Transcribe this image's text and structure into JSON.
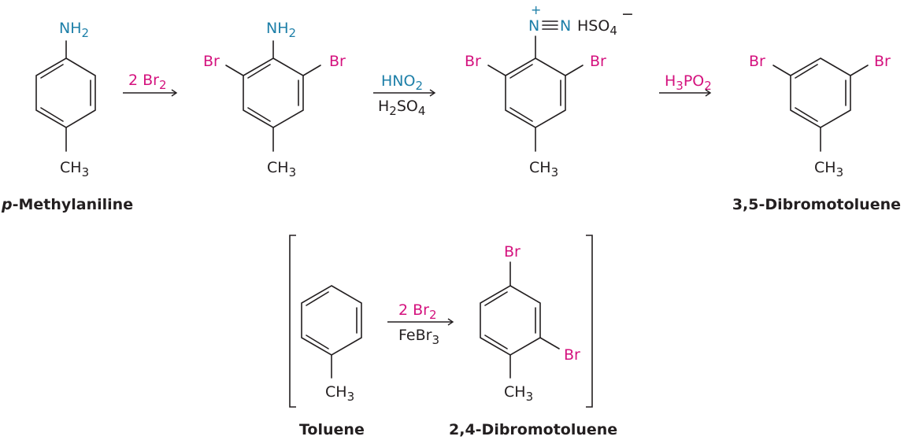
{
  "colors": {
    "amine_group": "#1d7fa8",
    "bromine_reagent": "#d4127e",
    "black": "#231f20"
  },
  "top_row": {
    "compound1": {
      "substituent_top": "NH",
      "substituent_top_sub": "2",
      "substituent_bottom": "CH",
      "substituent_bottom_sub": "3",
      "name_italic": "p",
      "name_rest": "-Methylaniline"
    },
    "arrow1": {
      "reagent_above": "2 Br",
      "reagent_above_sub": "2"
    },
    "compound2": {
      "substituent_top": "NH",
      "substituent_top_sub": "2",
      "left": "Br",
      "right": "Br",
      "substituent_bottom": "CH",
      "substituent_bottom_sub": "3"
    },
    "arrow2": {
      "reagent_above": "HNO",
      "reagent_above_sub": "2",
      "reagent_below_a": "H",
      "reagent_below_sub1": "2",
      "reagent_below_b": "SO",
      "reagent_below_sub2": "4"
    },
    "compound3": {
      "charge_plus": "+",
      "diazo_n1": "N",
      "diazo_n2": "N",
      "counterion": "HSO",
      "counterion_sub": "4",
      "counterion_charge": "−",
      "left": "Br",
      "right": "Br",
      "substituent_bottom": "CH",
      "substituent_bottom_sub": "3"
    },
    "arrow3": {
      "reagent_above_a": "H",
      "reagent_above_sub1": "3",
      "reagent_above_b": "PO",
      "reagent_above_sub2": "2"
    },
    "compound4": {
      "left": "Br",
      "right": "Br",
      "substituent_bottom": "CH",
      "substituent_bottom_sub": "3",
      "name": "3,5-Dibromotoluene"
    }
  },
  "bottom_row": {
    "compound5": {
      "substituent_bottom": "CH",
      "substituent_bottom_sub": "3",
      "name": "Toluene"
    },
    "arrow4": {
      "reagent_above": "2 Br",
      "reagent_above_sub": "2",
      "reagent_below_a": "FeBr",
      "reagent_below_sub": "3"
    },
    "compound6": {
      "top": "Br",
      "right": "Br",
      "substituent_bottom": "CH",
      "substituent_bottom_sub": "3",
      "name": "2,4-Dibromotoluene"
    }
  }
}
